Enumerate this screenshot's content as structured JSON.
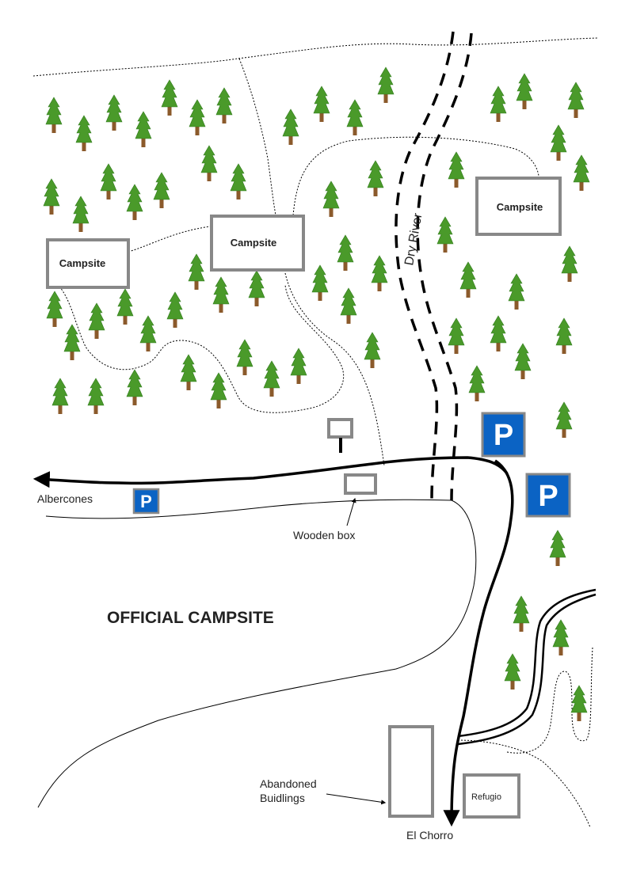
{
  "labels": {
    "official_campsite": "OFFICIAL CAMPSITE",
    "dry_river": "Dry River",
    "albercones": "Albercones",
    "wooden_box": "Wooden box",
    "abandoned_line1": "Abandoned",
    "abandoned_line2": "Buidlings",
    "el_chorro": "El Chorro",
    "refugio": "Refugio"
  },
  "campsites": [
    "Campsite",
    "Campsite",
    "Campsite"
  ],
  "parking_symbol": "P",
  "colors": {
    "tree_foliage": "#4a9a2a",
    "tree_trunk": "#8b5a2b",
    "parking_blue": "#0b63c4",
    "building_gray": "#888888",
    "road": "#000000"
  },
  "icons": {
    "tree": "pine-tree-icon",
    "parking": "parking-icon",
    "arrow": "arrow-icon"
  }
}
